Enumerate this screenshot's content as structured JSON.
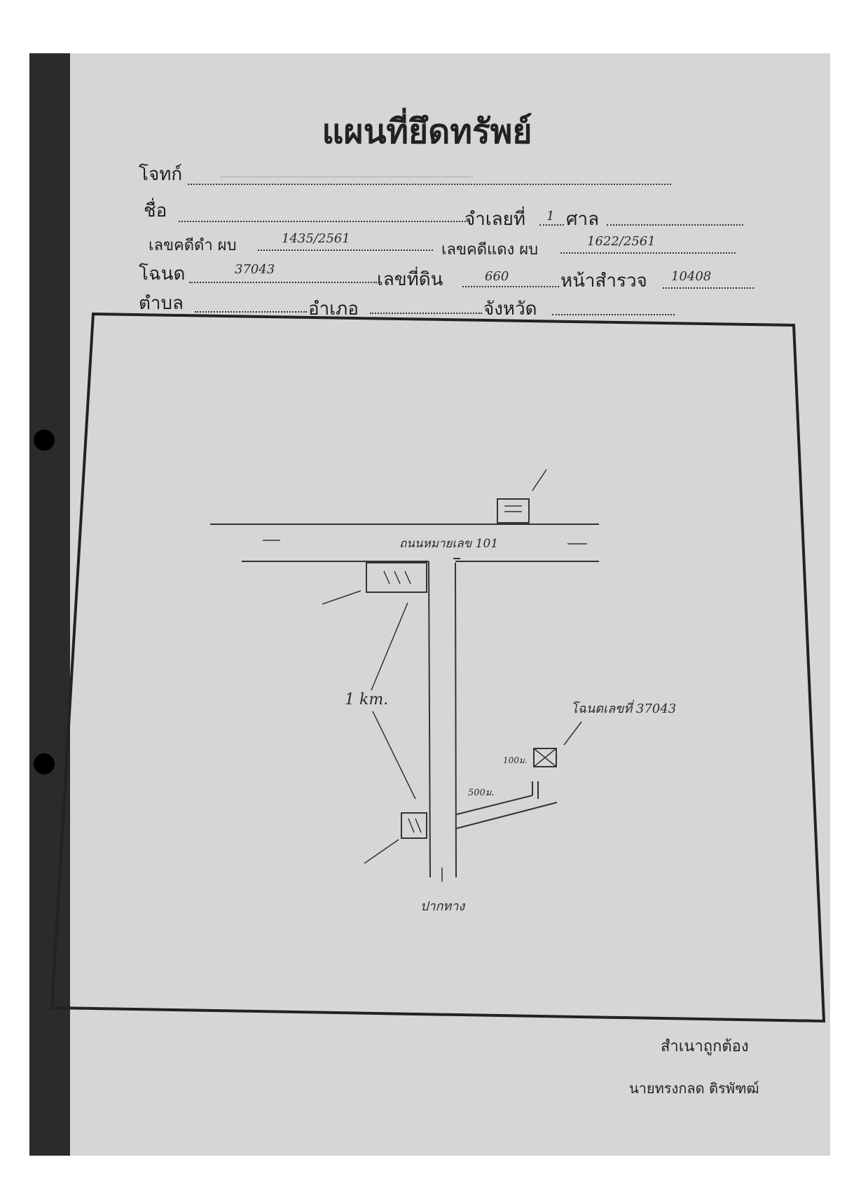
{
  "document": {
    "title": "แผนที่ยึดทรัพย์",
    "fields": {
      "plaintiff_label": "โจทก์",
      "name_label": "ชื่อ",
      "defendant_no_label": "จำเลยที่",
      "defendant_no_value": "1",
      "court_label": "ศาล",
      "black_case_label": "เลขคดีดำ ผบ",
      "black_case_value": "1435/2561",
      "red_case_label": "เลขคดีแดง ผบ",
      "red_case_value": "1622/2561",
      "deed_label": "โฉนด",
      "deed_value": "37043",
      "land_no_label": "เลขที่ดิน",
      "land_no_value": "660",
      "survey_page_label": "หน้าสำรวจ",
      "survey_page_value": "10408",
      "subdistrict_label": "ตำบล",
      "district_label": "อำเภอ",
      "province_label": "จังหวัด"
    },
    "map": {
      "road_label": "ถนนหมายเลข 101",
      "km_label": "1 km.",
      "deed_marker_label": "โฉนดเลขที่ 37043",
      "dist_100_label": "100ม.",
      "dist_500_label": "500ม.",
      "deed_number_text": "37043",
      "destination_bottom": "ปากทาง"
    },
    "footer": {
      "certified": "สำเนาถูกต้อง",
      "signatory": "นายทรงกลด ติรพัฑฒ์"
    }
  }
}
